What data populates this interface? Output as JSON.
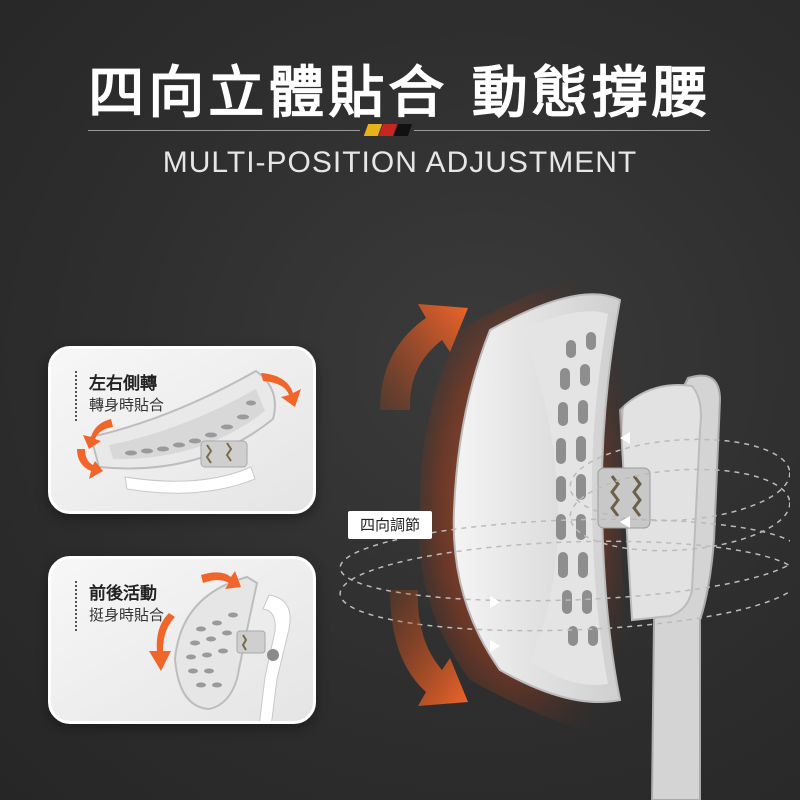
{
  "header": {
    "title": "四向立體貼合 動態撐腰",
    "subtitle": "MULTI-POSITION ADJUSTMENT",
    "swatch_colors": [
      "#e8b21a",
      "#c8261f",
      "#111111"
    ]
  },
  "cards": [
    {
      "title": "左右側轉",
      "subtitle": "轉身時貼合"
    },
    {
      "title": "前後活動",
      "subtitle": "挺身時貼合"
    }
  ],
  "main": {
    "badge": "四向調節"
  },
  "colors": {
    "accent": "#f0652a",
    "glow": "#d0502a",
    "background": "#2e2e2e",
    "card": "#f1f1f1"
  }
}
